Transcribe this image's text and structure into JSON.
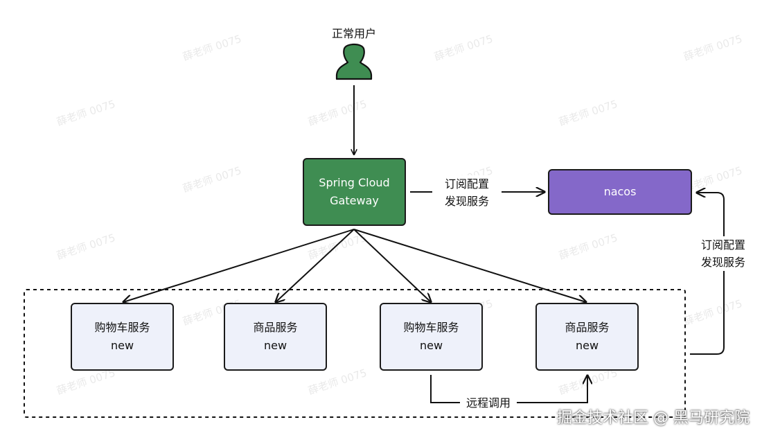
{
  "user": {
    "label": "正常用户",
    "icon": "user-icon"
  },
  "gateway": {
    "line1": "Spring Cloud",
    "line2": "Gateway"
  },
  "nacos": {
    "label": "nacos"
  },
  "gateway_to_nacos": {
    "line1": "订阅配置",
    "line2": "发现服务"
  },
  "services_to_nacos": {
    "line1": "订阅配置",
    "line2": "发现服务"
  },
  "services": [
    {
      "name": "购物车服务",
      "tag": "new"
    },
    {
      "name": "商品服务",
      "tag": "new"
    },
    {
      "name": "购物车服务",
      "tag": "new"
    },
    {
      "name": "商品服务",
      "tag": "new"
    }
  ],
  "remote_call": {
    "label": "远程调用"
  },
  "watermark": "薛老师 0075",
  "footer": {
    "text": "掘金技术社区 @ 黑马研究院"
  },
  "colors": {
    "gateway": "#3f8d52",
    "nacos": "#8468c9",
    "service": "#eef1fa",
    "user_icon": "#3f8d52"
  }
}
